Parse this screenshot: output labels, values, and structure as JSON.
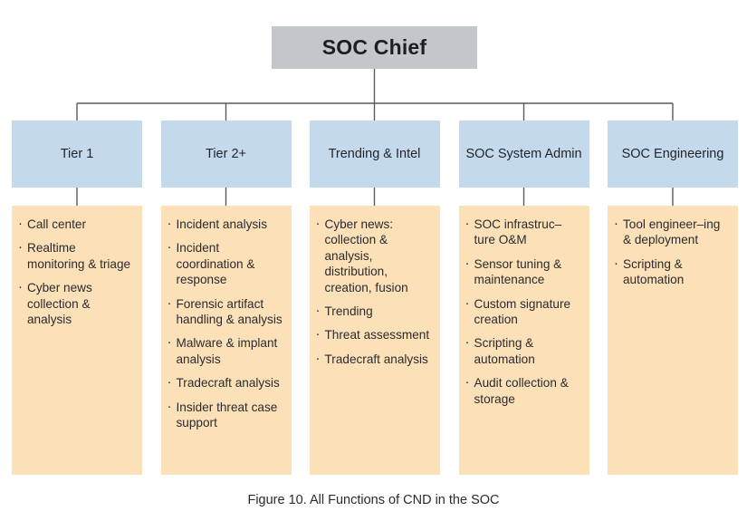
{
  "figure": {
    "root": {
      "label": "SOC Chief"
    },
    "caption": "Figure 10. All Functions of CND in the SOC",
    "colors": {
      "root_fill": "#c3c6ca",
      "header_fill": "#c5d9ec",
      "body_fill": "#fce0b8",
      "connector_line": "#5a5a5e",
      "text": "#2b2b2f",
      "page_background": "#ffffff"
    },
    "columns": [
      {
        "title": "Tier 1",
        "items": [
          "Call center",
          "Realtime monitoring & triage",
          "Cyber news collection & analysis"
        ]
      },
      {
        "title": "Tier 2+",
        "items": [
          "Incident analysis",
          "Incident coordination & response",
          "Forensic artifact handling & analysis",
          "Malware & implant analysis",
          "Tradecraft analysis",
          "Insider threat case support"
        ]
      },
      {
        "title": "Trending & Intel",
        "items": [
          "Cyber news: collection & analysis, distribution, creation, fusion",
          "Trending",
          "Threat assessment",
          "Tradecraft analysis"
        ]
      },
      {
        "title": "SOC System Admin",
        "items": [
          "SOC infrastruc–ture O&M",
          "Sensor tuning & maintenance",
          "Custom signature creation",
          "Scripting & automation",
          "Audit collection & storage"
        ]
      },
      {
        "title": "SOC Engineering",
        "items": [
          "Tool engineer–ing & deployment",
          "Scripting & automation"
        ]
      }
    ]
  }
}
